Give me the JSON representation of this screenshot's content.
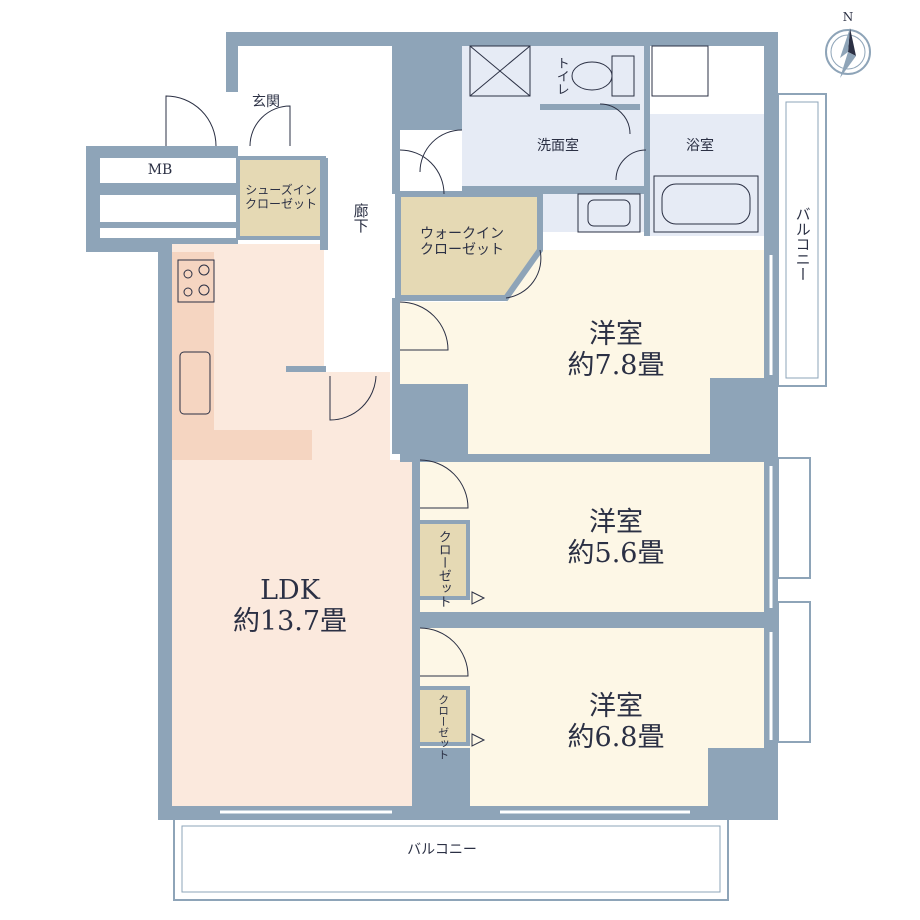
{
  "colors": {
    "wall": "#8ea4b8",
    "ldk_floor": "#fbe9dd",
    "room_floor": "#fdf7e6",
    "wet_floor": "#e6ebf5",
    "closet_floor": "#e5d9b4",
    "text": "#2b3044"
  },
  "compass": {
    "north_label": "N",
    "icon": "compass-north-icon"
  },
  "rooms": {
    "ldk": {
      "name": "LDK",
      "area": "約13.7畳"
    },
    "western1": {
      "name": "洋室",
      "area": "約7.8畳"
    },
    "western2": {
      "name": "洋室",
      "area": "約5.6畳"
    },
    "western3": {
      "name": "洋室",
      "area": "約6.8畳"
    },
    "entrance": {
      "name": "玄関"
    },
    "hallway": {
      "name": "廊下"
    },
    "washroom": {
      "name": "洗面室"
    },
    "bathroom": {
      "name": "浴室"
    },
    "toilet": {
      "name": "トイレ"
    },
    "mb": {
      "name": "MB"
    },
    "shoe_closet": {
      "line1": "シューズイン",
      "line2": "クローゼット"
    },
    "walkin_closet": {
      "line1": "ウォークイン",
      "line2": "クローゼット"
    },
    "closet1": {
      "name": "クローゼット"
    },
    "closet2": {
      "name": "クローゼット"
    }
  },
  "balconies": {
    "east": {
      "name": "バルコニー"
    },
    "south": {
      "name": "バルコニー"
    }
  }
}
